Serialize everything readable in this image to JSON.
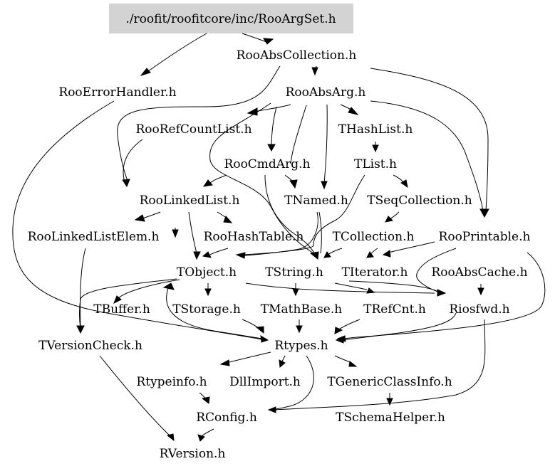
{
  "graph": {
    "root": "./roofit/roofitcore/inc/RooArgSet.h",
    "nodes": {
      "rooabscollection": "RooAbsCollection.h",
      "rooerrorhandler": "RooErrorHandler.h",
      "rooabsarg": "RooAbsArg.h",
      "roorefcountlist": "RooRefCountList.h",
      "thashlist": "THashList.h",
      "roocmdarg": "RooCmdArg.h",
      "tlist": "TList.h",
      "roolinkedlist": "RooLinkedList.h",
      "tnamed": "TNamed.h",
      "tseqcollection": "TSeqCollection.h",
      "roolinkedlistelem": "RooLinkedListElem.h",
      "roohashtable": "RooHashTable.h",
      "tcollection": "TCollection.h",
      "rooprintable": "RooPrintable.h",
      "tobject": "TObject.h",
      "tstring": "TString.h",
      "titerator": "TIterator.h",
      "rooabscache": "RooAbsCache.h",
      "tbuffer": "TBuffer.h",
      "tstorage": "TStorage.h",
      "tmathbase": "TMathBase.h",
      "trefcnt": "TRefCnt.h",
      "riosfwd": "Riosfwd.h",
      "tversioncheck": "TVersionCheck.h",
      "rtypes": "Rtypes.h",
      "rtypeinfo": "Rtypeinfo.h",
      "dllimport": "DllImport.h",
      "tgenericclassinfo": "TGenericClassInfo.h",
      "rconfig": "RConfig.h",
      "tschemahelper": "TSchemaHelper.h",
      "rversion": "RVersion.h"
    }
  }
}
